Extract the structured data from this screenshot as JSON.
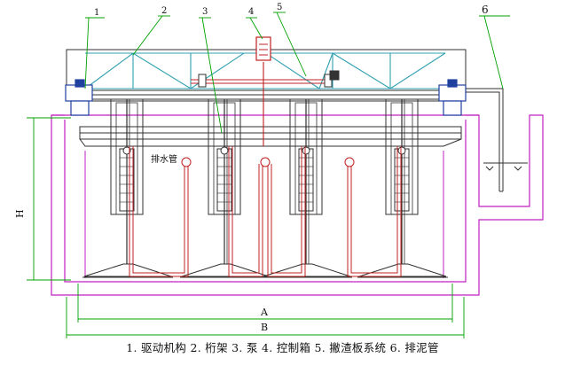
{
  "callouts": [
    "1",
    "2",
    "3",
    "4",
    "5",
    "6"
  ],
  "labels": {
    "drain_pipe": "排水管",
    "height_dim": "H",
    "dim_a": "A",
    "dim_b": "B"
  },
  "caption": "1. 驱动机构 2. 桁架 3. 泵 4. 控制箱 5. 撇渣板系统 6. 排泥管",
  "colors": {
    "tank": "#c020c0",
    "callout": "#00a000",
    "structure": "#2040a0",
    "truss": "#30a0b0",
    "pipe": "#c02020",
    "line": "#303030"
  }
}
